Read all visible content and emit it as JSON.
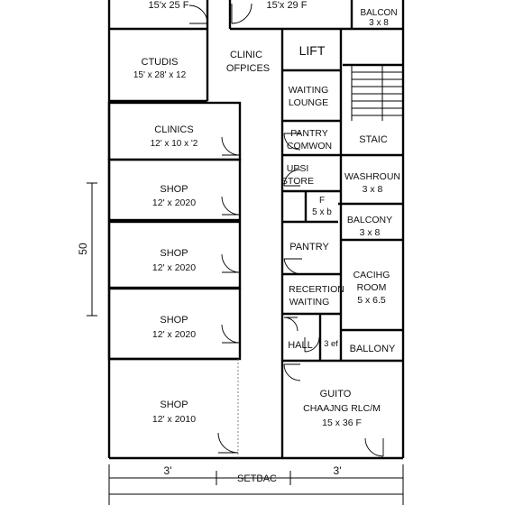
{
  "rooms": {
    "top_left_dim": "15'x 25 F",
    "top_mid_dim": "15'x 29 F",
    "balcony_top": "BALCON",
    "balcony_top_dim": "3 x 8",
    "studio": "CTUDIS",
    "studio_dim": "15' x 28' x 12",
    "clinic_offices_1": "CLINIC",
    "clinic_offices_2": "OFPICES",
    "lift": "LIFT",
    "waiting_lounge_1": "WAITING",
    "waiting_lounge_2": "LOUNGE",
    "stair": "STAIC",
    "clinics": "CLINICS",
    "clinics_dim": "12' x 10 x '2",
    "pantry_common_1": "PANTRY",
    "pantry_common_2": "COMWON",
    "ups_store_1": "UPSI",
    "ups_store_2": "STORE",
    "washroom": "WASHROUN",
    "washroom_dim": "3 x 8",
    "shop1": "SHOP",
    "shop1_dim": "12' x 2020",
    "f_room": "F",
    "f_room_dim": "5 x b",
    "balcony_mid": "BALCONY",
    "balcony_mid_dim": "3 x 8",
    "shop2": "SHOP",
    "shop2_dim": "12' x 2020",
    "pantry": "PANTRY",
    "cabin_room_1": "CACIHG",
    "cabin_room_2": "ROOM",
    "cabin_room_dim": "5 x 6.5",
    "reception_1": "RECERTION",
    "reception_2": "WAITING",
    "shop3": "SHOP",
    "shop3_dim": "12' x 2020",
    "hall": "HALL",
    "small_3": "3 ef",
    "ballony": "BALLONY",
    "shop4": "SHOP",
    "shop4_dim": "12' x 2010",
    "guest_1": "GUITO",
    "guest_2": "CHAAJNG RLC/M",
    "guest_dim": "15 x 36 F"
  },
  "dimensions": {
    "overall_length": "50",
    "setback_left": "3'",
    "setback_label": "SETBAC",
    "setback_right": "3'"
  }
}
